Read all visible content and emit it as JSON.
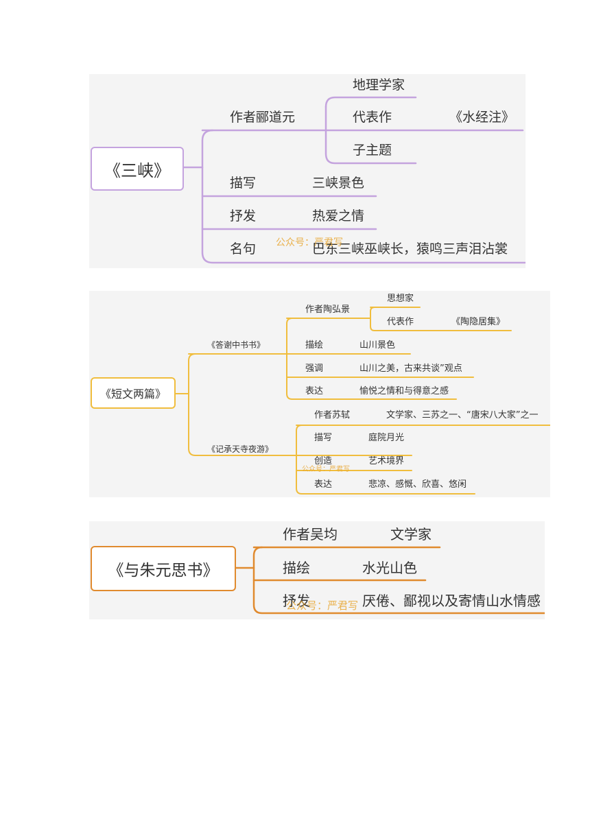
{
  "maps": [
    {
      "root": "《三峡》",
      "color": "#c4a3de",
      "background": "#f4f4f4",
      "author_label": "作者郦道元",
      "author_items": [
        {
          "label": "地理学家",
          "value": ""
        },
        {
          "label": "代表作",
          "value": "《水经注》"
        },
        {
          "label": "子主题",
          "value": ""
        }
      ],
      "rows": [
        {
          "label": "描写",
          "value": "三峡景色"
        },
        {
          "label": "抒发",
          "value": "热爱之情"
        },
        {
          "label": "名句",
          "value": "巴东三峡巫峡长，猿鸣三声泪沾裳"
        }
      ],
      "watermark": "公众号：严君写"
    },
    {
      "root": "《短文两篇》",
      "color": "#f0bd3d",
      "background": "#f4f4f4",
      "subs": [
        {
          "title": "《答谢中书书》",
          "author_label": "作者陶弘景",
          "author_items": [
            {
              "label": "思想家",
              "value": ""
            },
            {
              "label": "代表作",
              "value": "《陶隐居集》"
            }
          ],
          "rows": [
            {
              "label": "描绘",
              "value": "山川景色"
            },
            {
              "label": "强调",
              "value": "山川之美，古来共谈”观点"
            },
            {
              "label": "表达",
              "value": "愉悦之情和与得意之感"
            }
          ]
        },
        {
          "title": "《记承天寺夜游》",
          "rows": [
            {
              "label": "作者苏轼",
              "value": "文学家、三苏之一、“唐宋八大家”之一"
            },
            {
              "label": "描写",
              "value": "庭院月光"
            },
            {
              "label": "创造",
              "value": "艺术境界"
            },
            {
              "label": "表达",
              "value": "悲凉、感慨、欣喜、悠闲"
            }
          ]
        }
      ],
      "watermark": "公众号：严君写"
    },
    {
      "root": "《与朱元思书》",
      "color": "#e08a2e",
      "background": "#f4f4f4",
      "rows": [
        {
          "label": "作者吴均",
          "value": "文学家"
        },
        {
          "label": "描绘",
          "value": "水光山色"
        },
        {
          "label": "抒发",
          "value": "厌倦、鄙视以及寄情山水情感"
        }
      ],
      "watermark": "公众号：严君写"
    }
  ]
}
